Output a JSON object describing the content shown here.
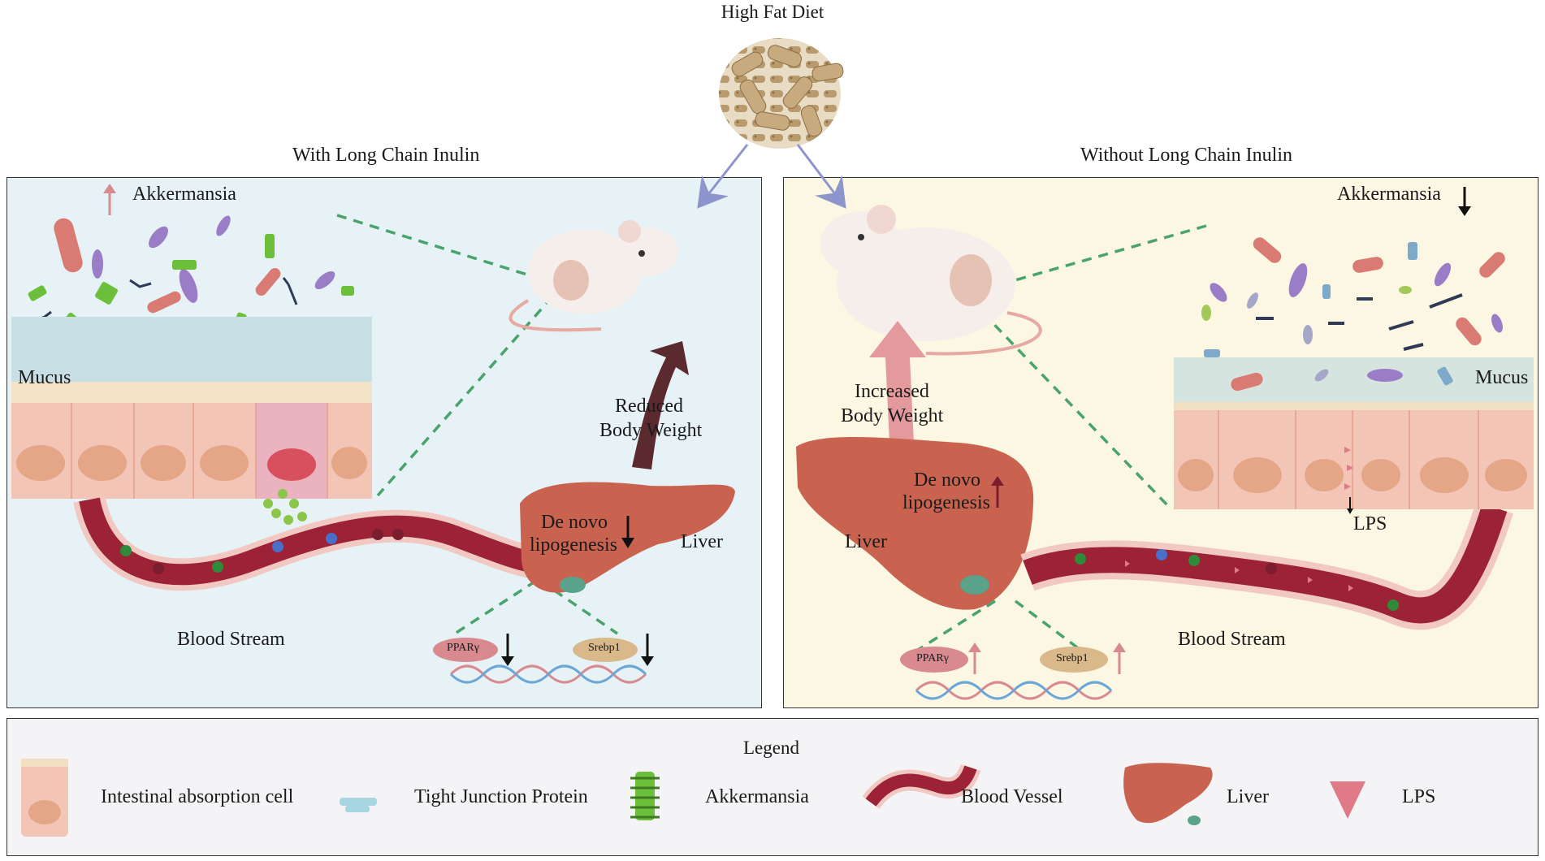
{
  "title": "High Fat Diet",
  "left_panel": {
    "heading": "With Long Chain Inulin",
    "akkermansia": "Akkermansia",
    "mucus": "Mucus",
    "effect": "Reduced Body Weight",
    "effect_line1": "Reduced",
    "effect_line2": "Body Weight",
    "lipogenesis_line1": "De novo",
    "lipogenesis_line2": "lipogenesis",
    "liver": "Liver",
    "blood_stream": "Blood Stream",
    "ppar": "PPARγ",
    "srebp": "Srebp1",
    "background": "#e6f2f6"
  },
  "right_panel": {
    "heading": "Without Long Chain Inulin",
    "akkermansia": "Akkermansia",
    "mucus": "Mucus",
    "effect_line1": "Increased",
    "effect_line2": "Body Weight",
    "lipogenesis_line1": "De novo",
    "lipogenesis_line2": "lipogenesis",
    "liver": "Liver",
    "blood_stream": "Blood Stream",
    "lps": "LPS",
    "ppar": "PPARγ",
    "srebp": "Srebp1",
    "background": "#fbf7e3"
  },
  "legend": {
    "title": "Legend",
    "items": [
      {
        "label": "Intestinal absorption cell",
        "icon": "intestinal-cell-icon"
      },
      {
        "label": "Tight Junction Protein",
        "icon": "tight-junction-icon"
      },
      {
        "label": "Akkermansia",
        "icon": "akkermansia-icon"
      },
      {
        "label": "Blood Vessel",
        "icon": "blood-vessel-icon"
      },
      {
        "label": "Liver",
        "icon": "liver-icon"
      },
      {
        "label": "LPS",
        "icon": "lps-icon"
      }
    ]
  },
  "colors": {
    "arrow_up_pink": "#d98a8f",
    "arrow_down_black": "#111111",
    "dashed_green": "#4aa36b",
    "food_arrow": "#8e95cc",
    "vessel": "#9b2335",
    "liver": "#c9634f",
    "akkermansia_green": "#6cbf3a",
    "lps": "#e07a86"
  }
}
